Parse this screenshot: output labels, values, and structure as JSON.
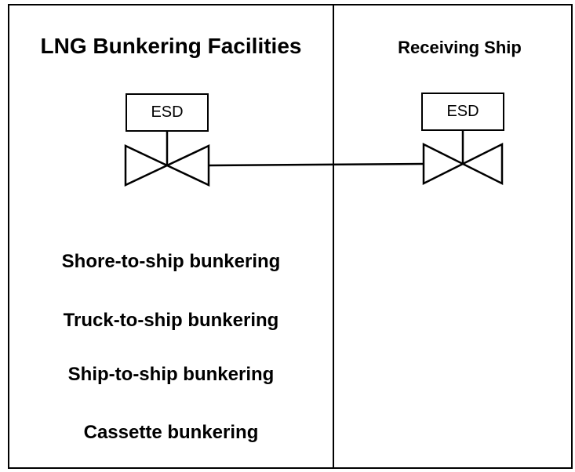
{
  "left_panel": {
    "title": "LNG Bunkering Facilities",
    "esd_label": "ESD",
    "methods": [
      "Shore-to-ship bunkering",
      "Truck-to-ship bunkering",
      "Ship-to-ship bunkering",
      "Cassette bunkering"
    ]
  },
  "right_panel": {
    "title": "Receiving Ship",
    "esd_label": "ESD"
  },
  "colors": {
    "line": "#000000",
    "background": "#ffffff"
  }
}
